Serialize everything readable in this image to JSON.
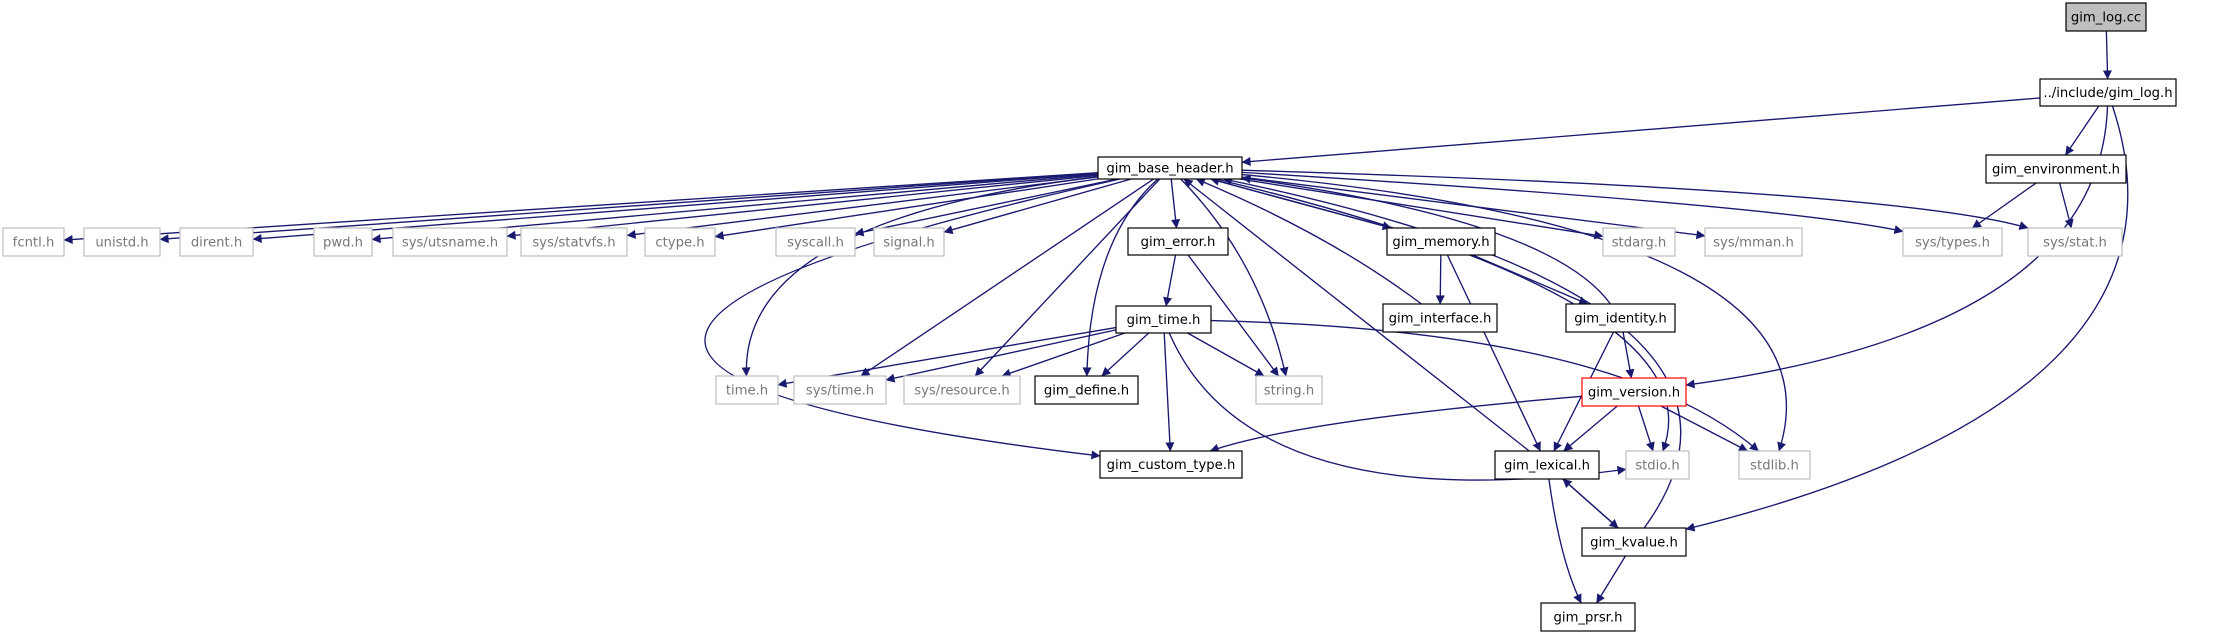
{
  "colors": {
    "edge": "#191970",
    "box_border": "#000000",
    "external_border": "#bfbfbf",
    "external_text": "#777777",
    "root_fill": "#bfbfbf",
    "highlight_border": "#ff0000"
  },
  "nodes": [
    {
      "id": "gim_log_cc",
      "label": "gim_log.cc",
      "style": "root"
    },
    {
      "id": "include_gim_log_h",
      "label": "../include/gim_log.h",
      "style": "normal"
    },
    {
      "id": "gim_base_header_h",
      "label": "gim_base_header.h",
      "style": "normal"
    },
    {
      "id": "gim_environment_h",
      "label": "gim_environment.h",
      "style": "normal"
    },
    {
      "id": "fcntl_h",
      "label": "fcntl.h",
      "style": "external"
    },
    {
      "id": "unistd_h",
      "label": "unistd.h",
      "style": "external"
    },
    {
      "id": "dirent_h",
      "label": "dirent.h",
      "style": "external"
    },
    {
      "id": "pwd_h",
      "label": "pwd.h",
      "style": "external"
    },
    {
      "id": "sys_utsname_h",
      "label": "sys/utsname.h",
      "style": "external"
    },
    {
      "id": "sys_statvfs_h",
      "label": "sys/statvfs.h",
      "style": "external"
    },
    {
      "id": "ctype_h",
      "label": "ctype.h",
      "style": "external"
    },
    {
      "id": "syscall_h",
      "label": "syscall.h",
      "style": "external"
    },
    {
      "id": "signal_h",
      "label": "signal.h",
      "style": "external"
    },
    {
      "id": "gim_error_h",
      "label": "gim_error.h",
      "style": "normal"
    },
    {
      "id": "gim_memory_h",
      "label": "gim_memory.h",
      "style": "normal"
    },
    {
      "id": "stdarg_h",
      "label": "stdarg.h",
      "style": "external"
    },
    {
      "id": "sys_mman_h",
      "label": "sys/mman.h",
      "style": "external"
    },
    {
      "id": "sys_types_h",
      "label": "sys/types.h",
      "style": "external"
    },
    {
      "id": "sys_stat_h",
      "label": "sys/stat.h",
      "style": "external"
    },
    {
      "id": "gim_time_h",
      "label": "gim_time.h",
      "style": "normal"
    },
    {
      "id": "gim_interface_h",
      "label": "gim_interface.h",
      "style": "normal"
    },
    {
      "id": "gim_identity_h",
      "label": "gim_identity.h",
      "style": "normal"
    },
    {
      "id": "time_h",
      "label": "time.h",
      "style": "external"
    },
    {
      "id": "sys_time_h",
      "label": "sys/time.h",
      "style": "external"
    },
    {
      "id": "sys_resource_h",
      "label": "sys/resource.h",
      "style": "external"
    },
    {
      "id": "gim_define_h",
      "label": "gim_define.h",
      "style": "normal"
    },
    {
      "id": "string_h",
      "label": "string.h",
      "style": "external"
    },
    {
      "id": "gim_version_h",
      "label": "gim_version.h",
      "style": "highlight"
    },
    {
      "id": "gim_custom_type_h",
      "label": "gim_custom_type.h",
      "style": "normal"
    },
    {
      "id": "gim_lexical_h",
      "label": "gim_lexical.h",
      "style": "normal"
    },
    {
      "id": "stdio_h",
      "label": "stdio.h",
      "style": "external"
    },
    {
      "id": "stdlib_h",
      "label": "stdlib.h",
      "style": "external"
    },
    {
      "id": "gim_kvalue_h",
      "label": "gim_kvalue.h",
      "style": "normal"
    },
    {
      "id": "gim_prsr_h",
      "label": "gim_prsr.h",
      "style": "normal"
    }
  ],
  "edges": [
    [
      "gim_log_cc",
      "include_gim_log_h"
    ],
    [
      "include_gim_log_h",
      "gim_base_header_h"
    ],
    [
      "include_gim_log_h",
      "gim_environment_h"
    ],
    [
      "include_gim_log_h",
      "gim_version_h"
    ],
    [
      "include_gim_log_h",
      "gim_kvalue_h"
    ],
    [
      "gim_environment_h",
      "sys_types_h"
    ],
    [
      "gim_environment_h",
      "sys_stat_h"
    ],
    [
      "gim_base_header_h",
      "fcntl_h"
    ],
    [
      "gim_base_header_h",
      "unistd_h"
    ],
    [
      "gim_base_header_h",
      "dirent_h"
    ],
    [
      "gim_base_header_h",
      "pwd_h"
    ],
    [
      "gim_base_header_h",
      "sys_utsname_h"
    ],
    [
      "gim_base_header_h",
      "sys_statvfs_h"
    ],
    [
      "gim_base_header_h",
      "ctype_h"
    ],
    [
      "gim_base_header_h",
      "syscall_h"
    ],
    [
      "gim_base_header_h",
      "signal_h"
    ],
    [
      "gim_base_header_h",
      "gim_error_h"
    ],
    [
      "gim_base_header_h",
      "gim_memory_h"
    ],
    [
      "gim_base_header_h",
      "stdarg_h"
    ],
    [
      "gim_base_header_h",
      "sys_mman_h"
    ],
    [
      "gim_base_header_h",
      "sys_types_h"
    ],
    [
      "gim_base_header_h",
      "sys_stat_h"
    ],
    [
      "gim_base_header_h",
      "time_h"
    ],
    [
      "gim_base_header_h",
      "sys_time_h"
    ],
    [
      "gim_base_header_h",
      "sys_resource_h"
    ],
    [
      "gim_base_header_h",
      "gim_define_h"
    ],
    [
      "gim_base_header_h",
      "string_h"
    ],
    [
      "gim_base_header_h",
      "gim_custom_type_h"
    ],
    [
      "gim_base_header_h",
      "stdio_h"
    ],
    [
      "gim_base_header_h",
      "stdlib_h"
    ],
    [
      "gim_error_h",
      "gim_time_h"
    ],
    [
      "gim_error_h",
      "string_h"
    ],
    [
      "gim_memory_h",
      "gim_base_header_h"
    ],
    [
      "gim_memory_h",
      "gim_interface_h"
    ],
    [
      "gim_memory_h",
      "gim_identity_h"
    ],
    [
      "gim_memory_h",
      "gim_lexical_h"
    ],
    [
      "gim_interface_h",
      "gim_base_header_h"
    ],
    [
      "gim_identity_h",
      "gim_base_header_h"
    ],
    [
      "gim_identity_h",
      "gim_version_h"
    ],
    [
      "gim_identity_h",
      "gim_lexical_h"
    ],
    [
      "gim_time_h",
      "time_h"
    ],
    [
      "gim_time_h",
      "sys_time_h"
    ],
    [
      "gim_time_h",
      "sys_resource_h"
    ],
    [
      "gim_time_h",
      "gim_define_h"
    ],
    [
      "gim_time_h",
      "string_h"
    ],
    [
      "gim_time_h",
      "gim_custom_type_h"
    ],
    [
      "gim_time_h",
      "stdio_h"
    ],
    [
      "gim_time_h",
      "stdlib_h"
    ],
    [
      "gim_version_h",
      "gim_custom_type_h"
    ],
    [
      "gim_version_h",
      "gim_lexical_h"
    ],
    [
      "gim_version_h",
      "stdio_h"
    ],
    [
      "gim_version_h",
      "stdlib_h"
    ],
    [
      "gim_lexical_h",
      "gim_base_header_h"
    ],
    [
      "gim_lexical_h",
      "gim_kvalue_h"
    ],
    [
      "gim_lexical_h",
      "gim_prsr_h"
    ],
    [
      "gim_kvalue_h",
      "gim_base_header_h"
    ],
    [
      "gim_kvalue_h",
      "gim_lexical_h"
    ],
    [
      "gim_kvalue_h",
      "gim_prsr_h"
    ]
  ]
}
